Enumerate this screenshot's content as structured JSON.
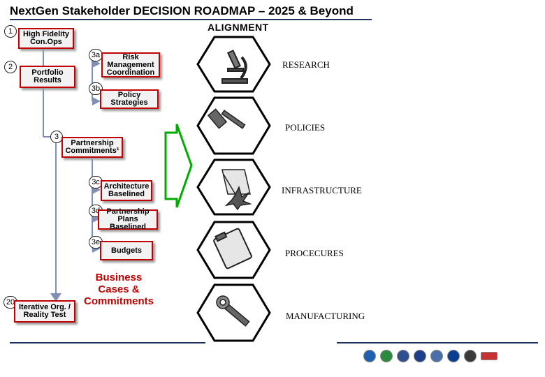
{
  "title": "NextGen Stakeholder DECISION ROADMAP – 2025 & Beyond",
  "alignment_label": "ALIGNMENT",
  "steps": {
    "s1": {
      "num": "1",
      "label_line1": "High Fidelity",
      "label_line2": "Con.Ops"
    },
    "s2": {
      "num": "2",
      "label_line1": "Portfolio",
      "label_line2": "Results"
    },
    "s3a": {
      "num": "3a",
      "label_line1": "Risk",
      "label_line2": "Management",
      "label_line3": "Coordination"
    },
    "s3b": {
      "num": "3b",
      "label_line1": "Policy",
      "label_line2": "Strategies"
    },
    "s3": {
      "num": "3",
      "label_line1": "Partnership",
      "label_line2": "Commitments¹"
    },
    "s3c": {
      "num": "3c",
      "label_line1": "Architecture",
      "label_line2": "Baselined"
    },
    "s3d": {
      "num": "3d",
      "label_line1": "Partnership",
      "label_line2": "Plans Baselined"
    },
    "s3e": {
      "num": "3e",
      "label_line1": "Budgets"
    },
    "s20": {
      "num": "20",
      "label_line1": "Iterative Org. /",
      "label_line2": "Reality Test"
    }
  },
  "business_cases": {
    "line1": "Business",
    "line2": "Cases &",
    "line3": "Commitments"
  },
  "categories": [
    {
      "label": "RESEARCH",
      "icon": "microscope-icon"
    },
    {
      "label": "POLICIES",
      "icon": "gavel-icon"
    },
    {
      "label": "INFRASTRUCTURE",
      "icon": "welding-icon"
    },
    {
      "label": "PROCECURES",
      "icon": "clipboard-icon"
    },
    {
      "label": "MANUFACTURING",
      "icon": "wrench-icon"
    }
  ],
  "colors": {
    "box_border": "#c00000",
    "arrow": "#00aa00",
    "connector": "#7f8fb5",
    "rule": "#1b2f5a"
  }
}
